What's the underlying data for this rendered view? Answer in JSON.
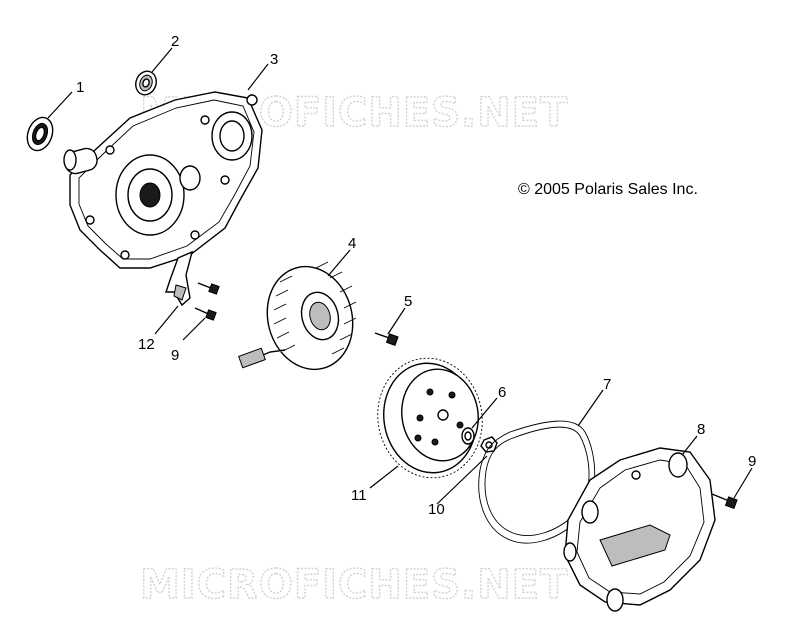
{
  "copyright": "© 2005 Polaris Sales Inc.",
  "watermark": "MICROFICHES.NET",
  "callouts": [
    {
      "id": "1",
      "part": "seal"
    },
    {
      "id": "2",
      "part": "seal-small"
    },
    {
      "id": "3",
      "part": "crankcase-cover"
    },
    {
      "id": "4",
      "part": "stator"
    },
    {
      "id": "5",
      "part": "stator-bolt"
    },
    {
      "id": "6",
      "part": "washer"
    },
    {
      "id": "7",
      "part": "gasket"
    },
    {
      "id": "8",
      "part": "magneto-cover"
    },
    {
      "id": "9",
      "part": "cover-bolt"
    },
    {
      "id": "9",
      "part": "bracket-bolt"
    },
    {
      "id": "10",
      "part": "nut"
    },
    {
      "id": "11",
      "part": "flywheel"
    },
    {
      "id": "12",
      "part": "wire-bracket"
    }
  ]
}
